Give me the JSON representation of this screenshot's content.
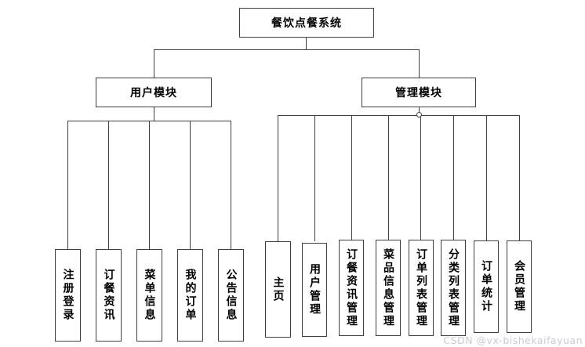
{
  "diagram": {
    "root": {
      "label": "餐饮点餐系统"
    },
    "modules": [
      {
        "label": "用户模块",
        "children": [
          "注册登录",
          "订餐资讯",
          "菜单信息",
          "我的订单",
          "公告信息"
        ]
      },
      {
        "label": "管理模块",
        "children": [
          "主页",
          "用户管理",
          "订餐资讯管理",
          "菜品信息管理",
          "订单列表管理",
          "分类列表管理",
          "订单统计",
          "会员管理"
        ]
      }
    ]
  },
  "watermark": "CSDN @vx-bishekaifayuan",
  "colors": {
    "line": "#404040",
    "box_border": "#404040",
    "box_fill": "#ffffff",
    "text": "#000000",
    "watermark": "#c9cbd4"
  }
}
